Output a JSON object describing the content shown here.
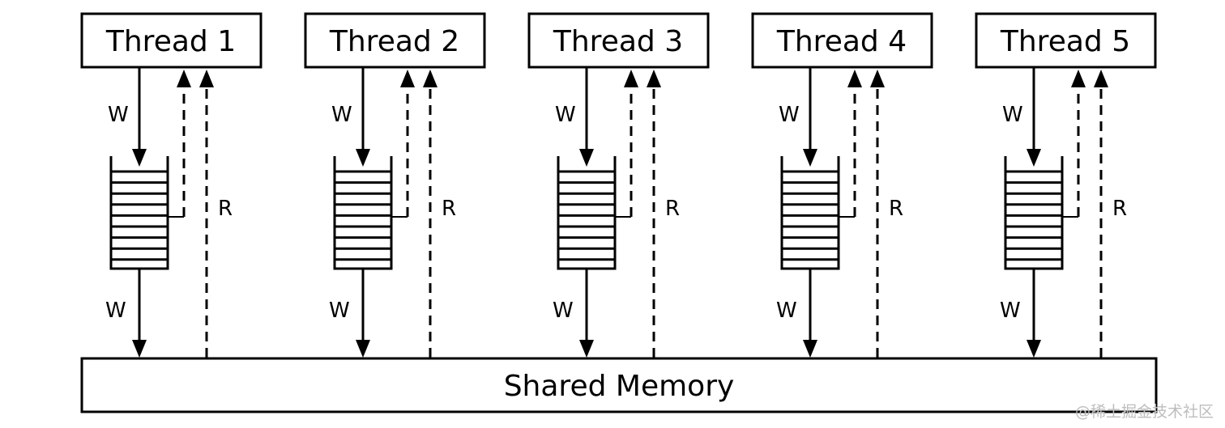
{
  "threads": [
    {
      "label": "Thread 1",
      "write_label": "W",
      "read_label": "R"
    },
    {
      "label": "Thread 2",
      "write_label": "W",
      "read_label": "R"
    },
    {
      "label": "Thread 3",
      "write_label": "W",
      "read_label": "R"
    },
    {
      "label": "Thread 4",
      "write_label": "W",
      "read_label": "R"
    },
    {
      "label": "Thread 5",
      "write_label": "W",
      "read_label": "R"
    }
  ],
  "memory": {
    "label": "Shared Memory"
  },
  "watermark": "@稀土掘金技术社区"
}
